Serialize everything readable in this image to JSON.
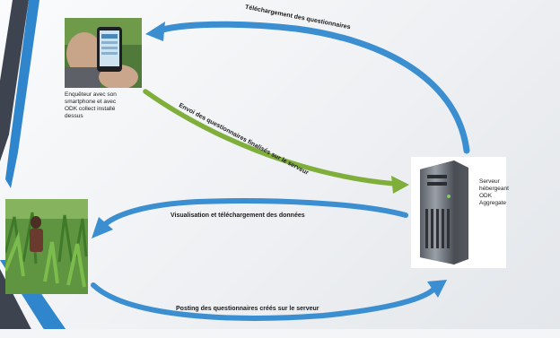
{
  "slide": {
    "arrows": {
      "download_forms": "Téléchargement des questionnaires",
      "send_completed_forms": "Envoi des questionnaires finalisés sur le serveur",
      "view_download_data": "Visualisation et téléchargement des données",
      "post_forms": "Posting des questionnaires créés sur le serveur"
    },
    "nodes": {
      "interviewer_caption_lines": [
        "Enquêteur avec son",
        "smartphone et avec",
        "ODK collect installé",
        "dessus"
      ],
      "server_caption_lines": [
        "Serveur",
        "hébergeant ODK",
        "Aggregate"
      ],
      "server_icon": "server-tower-icon",
      "interviewer_photo": "person-holding-smartphone-photo",
      "field_photo": "person-in-crop-field-photo"
    },
    "colors": {
      "arrow_blue": "#3b8fd0",
      "arrow_green": "#7fae3a",
      "frame_blue": "#2f86cc",
      "frame_dark": "#3d4450"
    }
  }
}
